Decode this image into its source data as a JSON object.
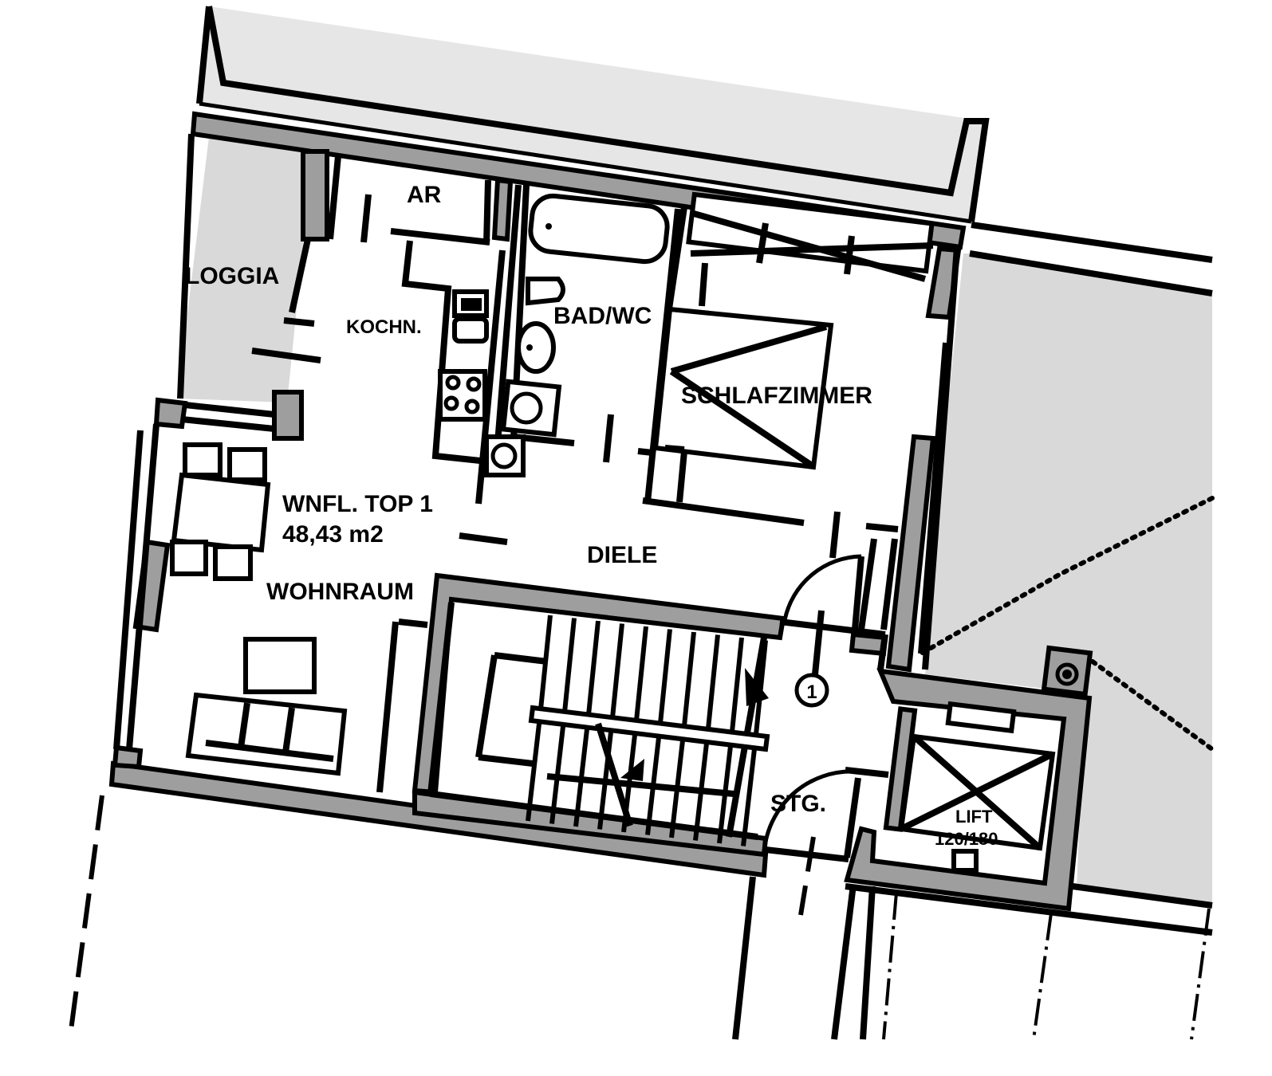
{
  "rooms": {
    "ar": "AR",
    "loggia": "LOGGIA",
    "kochn": "KOCHN.",
    "bad_wc": "BAD/WC",
    "schlafzimmer": "SCHLAFZIMMER",
    "wnfl_title": "WNFL. TOP 1",
    "wnfl_area": "48,43 m2",
    "diele": "DIELE",
    "wohnraum": "WOHNRAUM",
    "stg": "STG.",
    "lift": "LIFT",
    "lift_size": "120/180"
  },
  "markers": {
    "circle_number": "1"
  },
  "colors": {
    "wall_fill": "#9e9e9e",
    "shaded_area": "#d9d9d9",
    "balcony_fill": "#e6e6e6",
    "line": "#000000"
  }
}
